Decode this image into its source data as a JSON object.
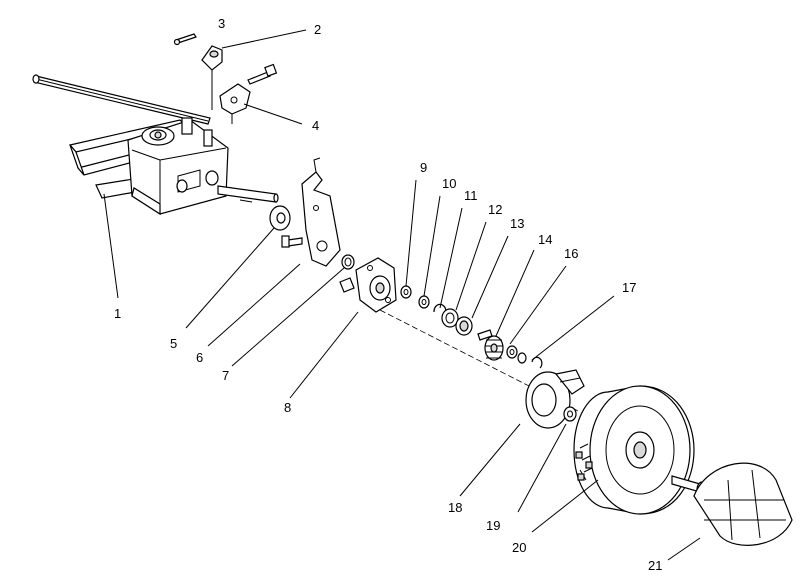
{
  "diagram": {
    "callouts": [
      {
        "id": "c1",
        "label": "1"
      },
      {
        "id": "c2",
        "label": "2"
      },
      {
        "id": "c3",
        "label": "3"
      },
      {
        "id": "c4",
        "label": "4"
      },
      {
        "id": "c5",
        "label": "5"
      },
      {
        "id": "c6",
        "label": "6"
      },
      {
        "id": "c7",
        "label": "7"
      },
      {
        "id": "c8",
        "label": "8"
      },
      {
        "id": "c9",
        "label": "9"
      },
      {
        "id": "c10",
        "label": "10"
      },
      {
        "id": "c11",
        "label": "11"
      },
      {
        "id": "c12",
        "label": "12"
      },
      {
        "id": "c13",
        "label": "13"
      },
      {
        "id": "c14",
        "label": "14"
      },
      {
        "id": "c16",
        "label": "16"
      },
      {
        "id": "c17",
        "label": "17"
      },
      {
        "id": "c18",
        "label": "18"
      },
      {
        "id": "c19",
        "label": "19"
      },
      {
        "id": "c20",
        "label": "20"
      },
      {
        "id": "c21",
        "label": "21"
      }
    ]
  }
}
